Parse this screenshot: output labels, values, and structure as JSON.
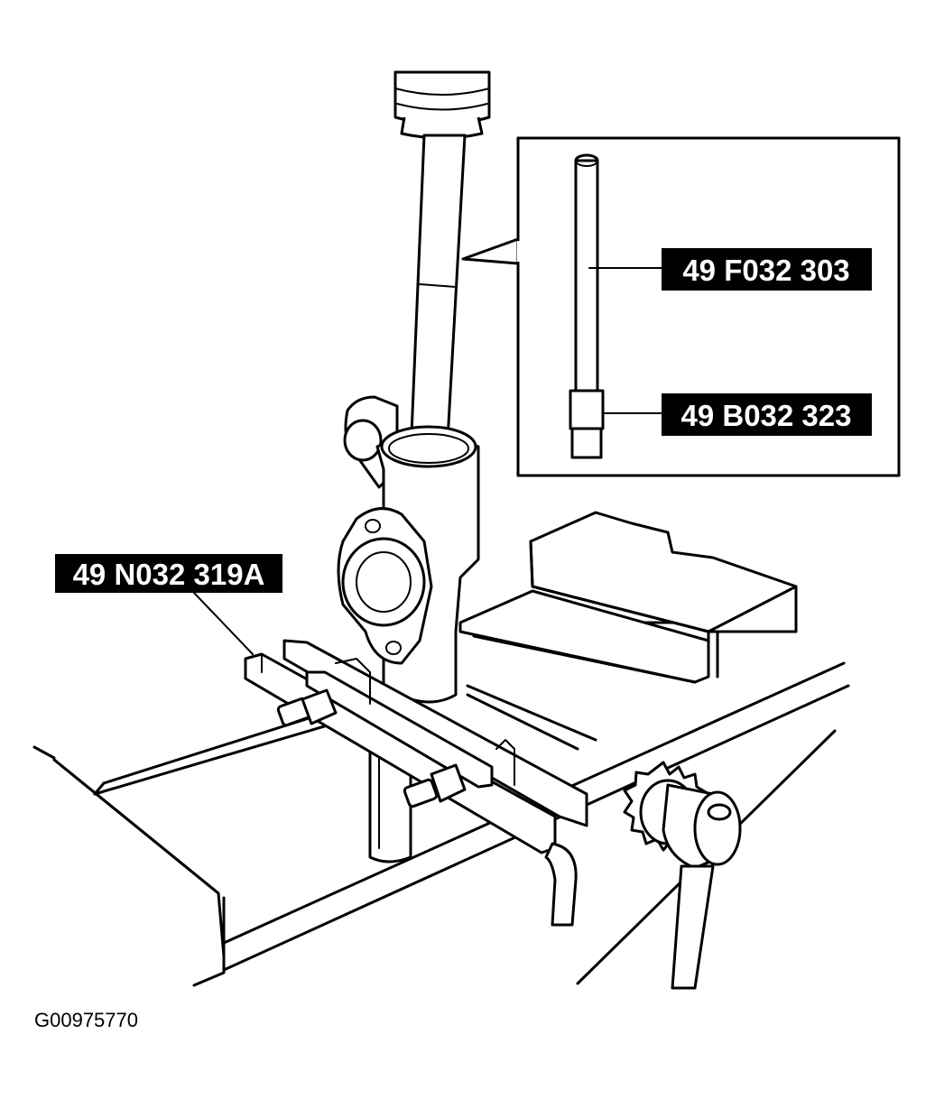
{
  "labels": {
    "tool_rod": "49 F032 303",
    "tool_collar": "49 B032 323",
    "tool_fixture": "49 N032 319A"
  },
  "figure_id": "G00975770"
}
